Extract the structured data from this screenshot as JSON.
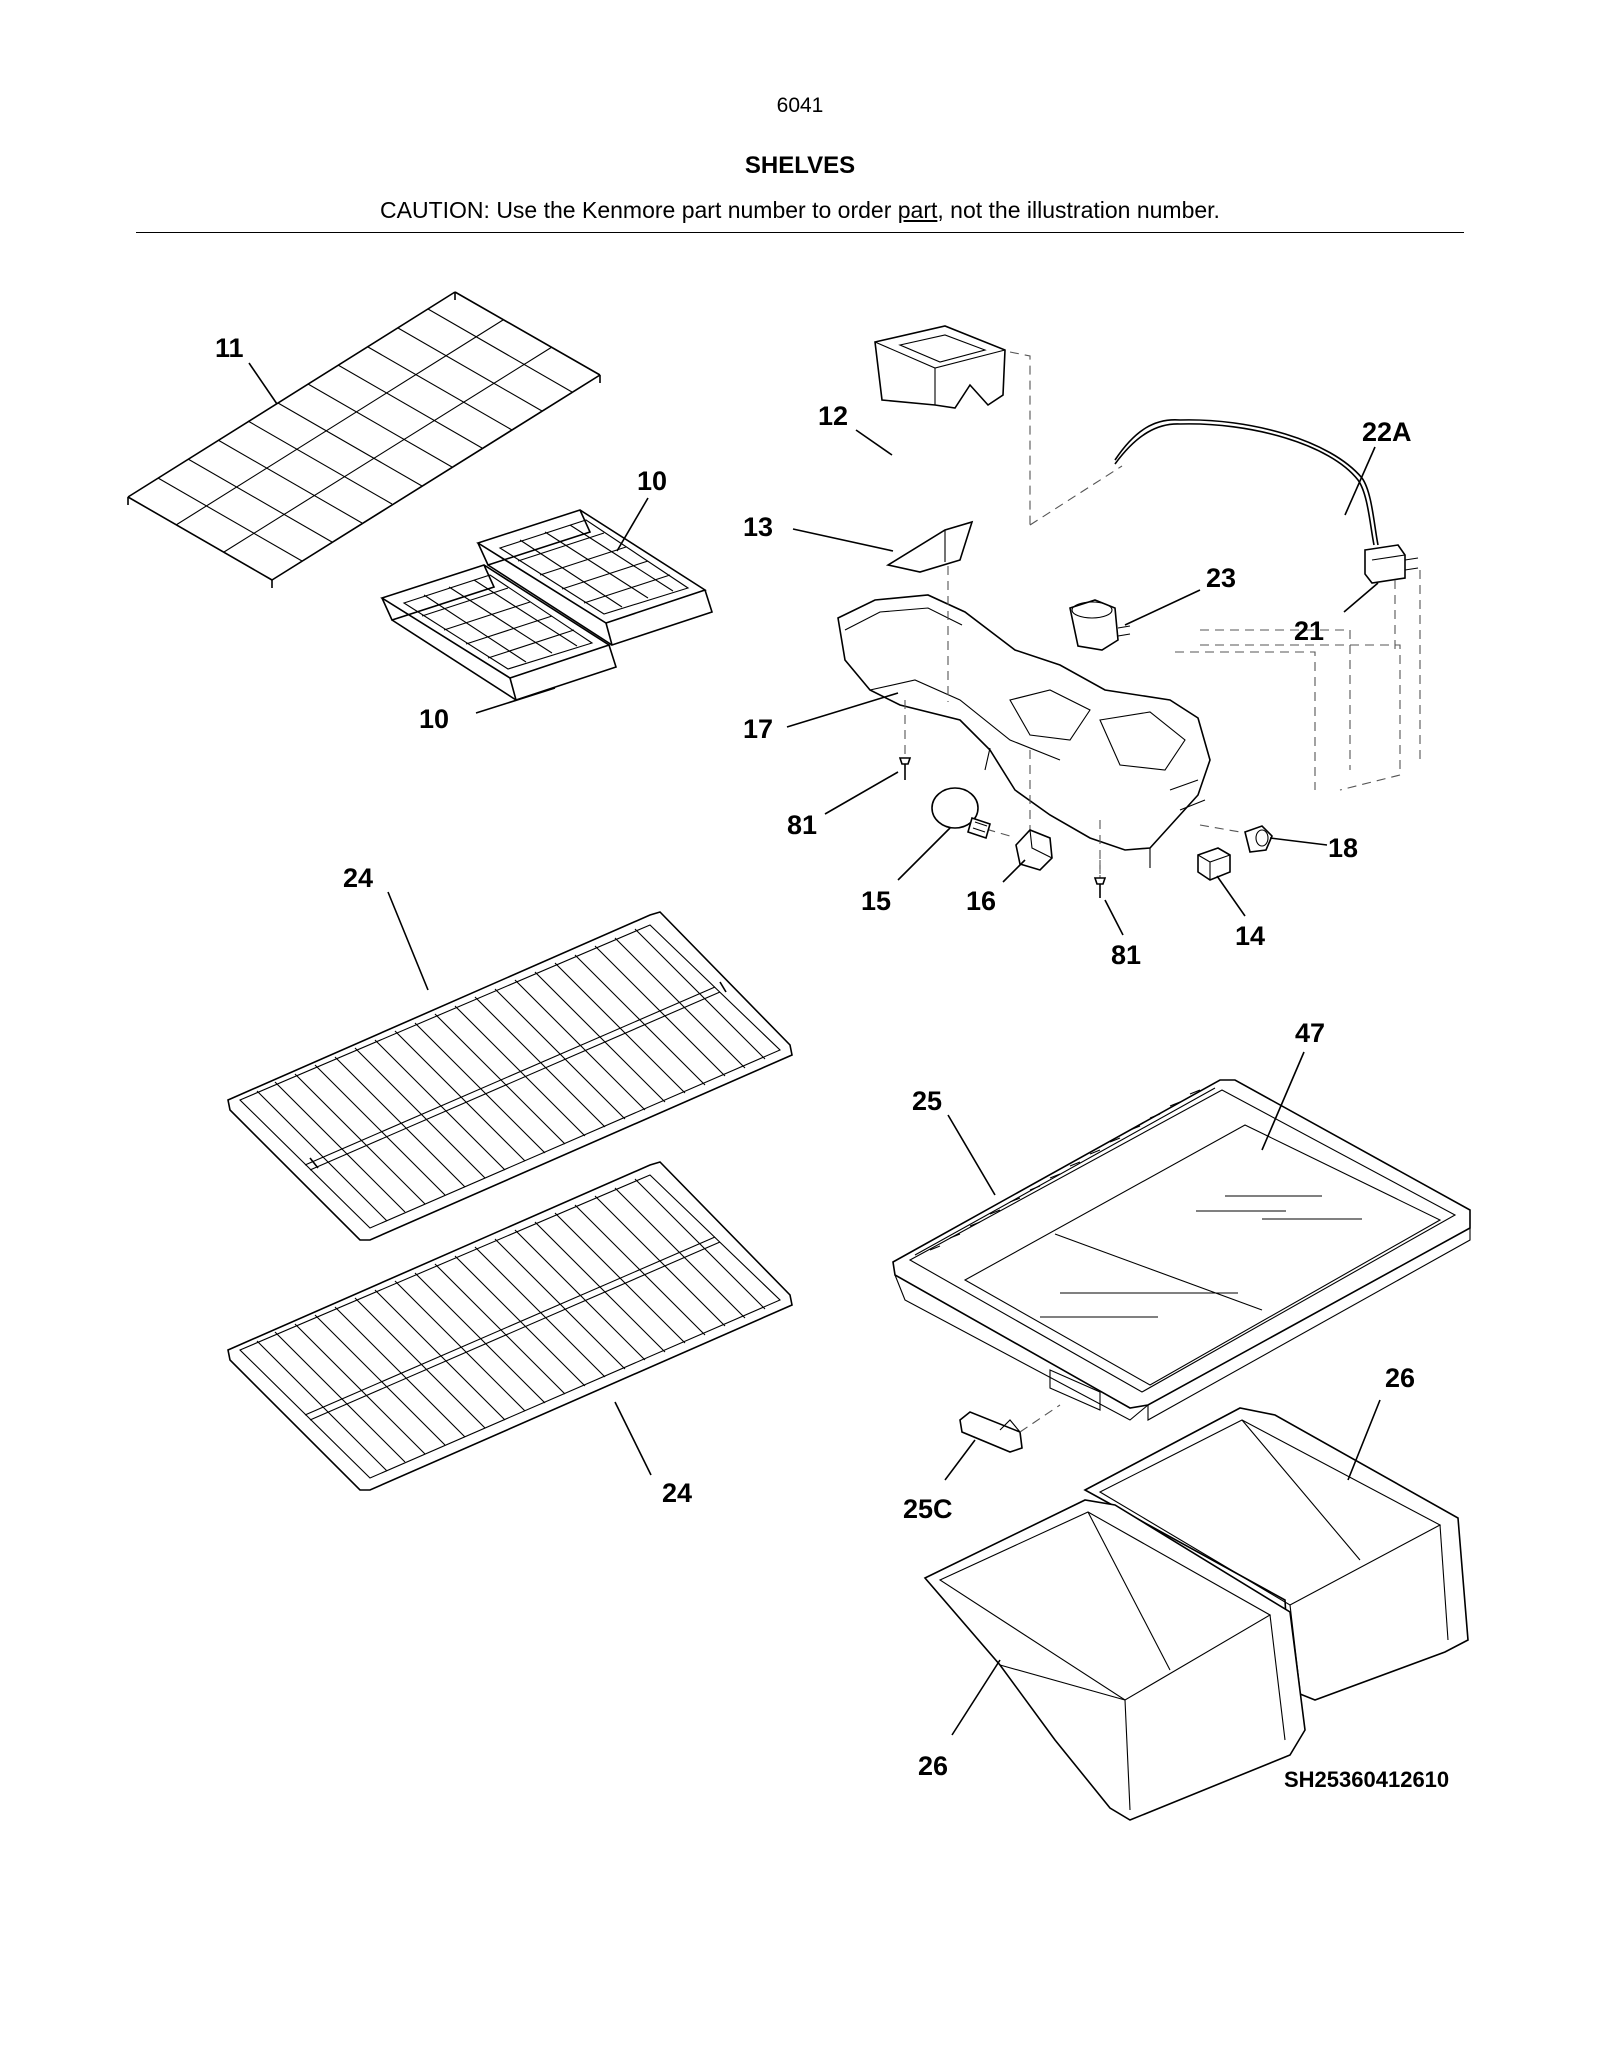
{
  "header": {
    "page_number": "6041",
    "title": "SHELVES",
    "caution_prefix": "CAUTION: Use the Kenmore part number to order ",
    "caution_link": "part",
    "caution_suffix": ", not the illustration number."
  },
  "diagram_code": "SH25360412610",
  "callouts": {
    "c11": "11",
    "c10a": "10",
    "c10b": "10",
    "c12": "12",
    "c13": "13",
    "c22a": "22A",
    "c23": "23",
    "c21": "21",
    "c17": "17",
    "c81a": "81",
    "c81b": "81",
    "c15": "15",
    "c16": "16",
    "c18": "18",
    "c14": "14",
    "c24a": "24",
    "c24b": "24",
    "c47": "47",
    "c25": "25",
    "c25c": "25C",
    "c26a": "26",
    "c26b": "26"
  }
}
